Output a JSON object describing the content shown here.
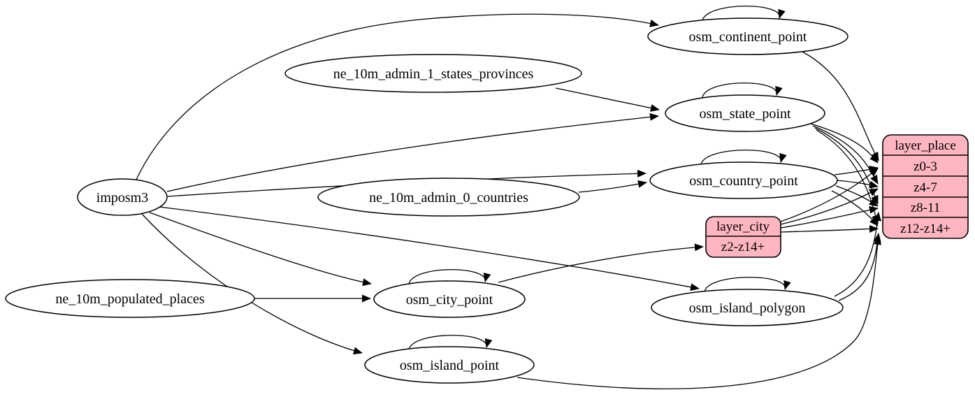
{
  "diagram": {
    "kind": "etl-dependency-graph",
    "background": "#ffffff",
    "colors": {
      "table_node_fill": "#ffffff",
      "layer_node_fill": "#ffb6c1",
      "stroke": "#000000",
      "edge": "#000000"
    },
    "nodes": {
      "imposm3": {
        "label": "imposm3",
        "shape": "ellipse"
      },
      "ne_10m_admin_1_states_provinces": {
        "label": "ne_10m_admin_1_states_provinces",
        "shape": "ellipse"
      },
      "ne_10m_admin_0_countries": {
        "label": "ne_10m_admin_0_countries",
        "shape": "ellipse"
      },
      "ne_10m_populated_places": {
        "label": "ne_10m_populated_places",
        "shape": "ellipse"
      },
      "osm_continent_point": {
        "label": "osm_continent_point",
        "shape": "ellipse",
        "self_loop": true
      },
      "osm_state_point": {
        "label": "osm_state_point",
        "shape": "ellipse",
        "self_loop": true
      },
      "osm_country_point": {
        "label": "osm_country_point",
        "shape": "ellipse",
        "self_loop": true
      },
      "osm_city_point": {
        "label": "osm_city_point",
        "shape": "ellipse",
        "self_loop": true
      },
      "osm_island_polygon": {
        "label": "osm_island_polygon",
        "shape": "ellipse",
        "self_loop": true
      },
      "osm_island_point": {
        "label": "osm_island_point",
        "shape": "ellipse",
        "self_loop": true
      },
      "layer_city": {
        "label": "layer_city",
        "shape": "record",
        "fill": "#ffb6c1",
        "rows": [
          "z2-z14+"
        ]
      },
      "layer_place": {
        "label": "layer_place",
        "shape": "record",
        "fill": "#ffb6c1",
        "rows": [
          "z0-3",
          "z4-7",
          "z8-11",
          "z12-z14+"
        ]
      }
    },
    "edges": [
      {
        "from": "imposm3",
        "to": "osm_continent_point"
      },
      {
        "from": "imposm3",
        "to": "osm_state_point"
      },
      {
        "from": "imposm3",
        "to": "osm_country_point"
      },
      {
        "from": "imposm3",
        "to": "osm_city_point"
      },
      {
        "from": "imposm3",
        "to": "osm_island_polygon"
      },
      {
        "from": "imposm3",
        "to": "osm_island_point"
      },
      {
        "from": "ne_10m_admin_1_states_provinces",
        "to": "osm_state_point"
      },
      {
        "from": "ne_10m_admin_0_countries",
        "to": "osm_country_point"
      },
      {
        "from": "ne_10m_populated_places",
        "to": "osm_city_point"
      },
      {
        "from": "osm_continent_point",
        "to": "osm_continent_point",
        "self_loop": true
      },
      {
        "from": "osm_state_point",
        "to": "osm_state_point",
        "self_loop": true
      },
      {
        "from": "osm_country_point",
        "to": "osm_country_point",
        "self_loop": true
      },
      {
        "from": "osm_city_point",
        "to": "osm_city_point",
        "self_loop": true
      },
      {
        "from": "osm_island_polygon",
        "to": "osm_island_polygon",
        "self_loop": true
      },
      {
        "from": "osm_island_point",
        "to": "osm_island_point",
        "self_loop": true
      },
      {
        "from": "osm_city_point",
        "to": "layer_city",
        "target_row": "z2-z14+"
      },
      {
        "from": "osm_continent_point",
        "to": "layer_place",
        "target_row": "z0-3"
      },
      {
        "from": "osm_state_point",
        "to": "layer_place",
        "target_row": "z0-3"
      },
      {
        "from": "osm_state_point",
        "to": "layer_place",
        "target_row": "z4-7"
      },
      {
        "from": "osm_state_point",
        "to": "layer_place",
        "target_row": "z8-11"
      },
      {
        "from": "osm_state_point",
        "to": "layer_place",
        "target_row": "z12-z14+"
      },
      {
        "from": "osm_country_point",
        "to": "layer_place",
        "target_row": "z0-3"
      },
      {
        "from": "osm_country_point",
        "to": "layer_place",
        "target_row": "z4-7"
      },
      {
        "from": "osm_country_point",
        "to": "layer_place",
        "target_row": "z8-11"
      },
      {
        "from": "osm_country_point",
        "to": "layer_place",
        "target_row": "z12-z14+"
      },
      {
        "from": "layer_city",
        "to": "layer_place",
        "target_row": "z0-3"
      },
      {
        "from": "layer_city",
        "to": "layer_place",
        "target_row": "z4-7"
      },
      {
        "from": "layer_city",
        "to": "layer_place",
        "target_row": "z8-11"
      },
      {
        "from": "layer_city",
        "to": "layer_place",
        "target_row": "z12-z14+"
      },
      {
        "from": "osm_island_polygon",
        "to": "layer_place",
        "target_row": "z8-11"
      },
      {
        "from": "osm_island_polygon",
        "to": "layer_place",
        "target_row": "z12-z14+"
      },
      {
        "from": "osm_island_point",
        "to": "layer_place",
        "target_row": "z12-z14+"
      }
    ]
  }
}
